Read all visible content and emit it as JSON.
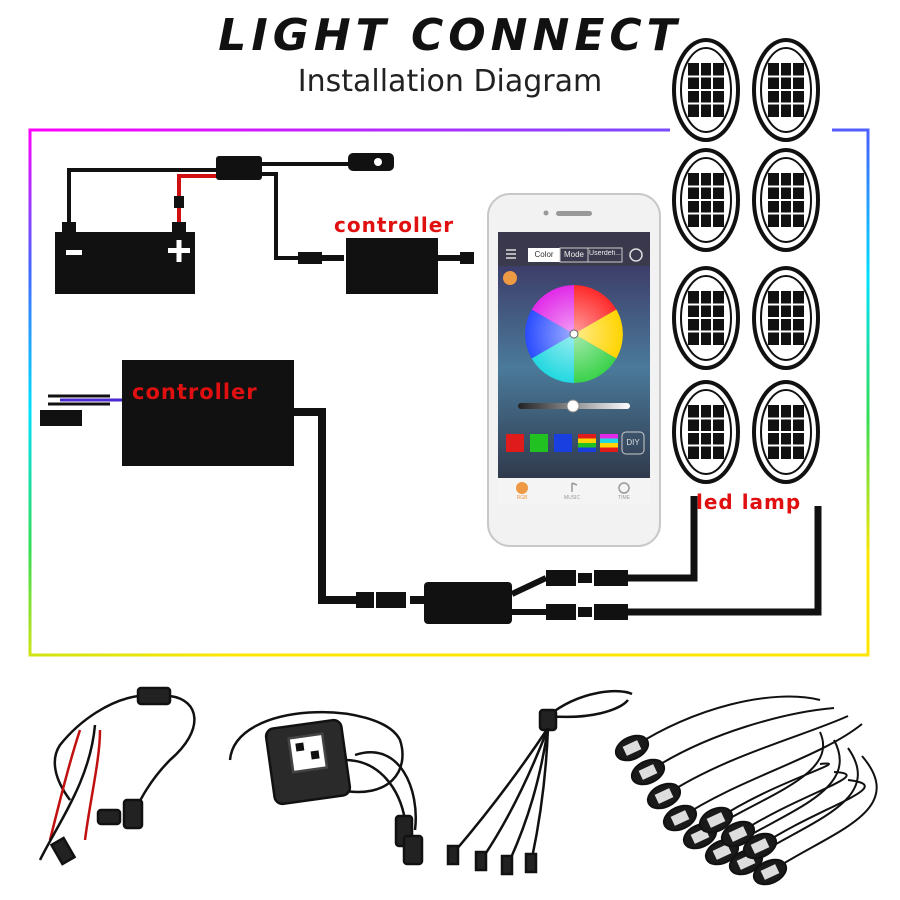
{
  "title": "LIGHT CONNECT",
  "subtitle": "Installation Diagram",
  "labels": {
    "controller_small": "controller",
    "controller_large": "controller",
    "led_lamp": "led lamp"
  },
  "battery": {
    "negative": "−",
    "positive": "+"
  },
  "app": {
    "tabs": [
      "Color",
      "Mode",
      "Userdefi..."
    ],
    "diy_label": "DIY",
    "bottom_nav": [
      "RGB",
      "MUSIC",
      "TIME"
    ],
    "swatches": [
      "#e01b1b",
      "#21c121",
      "#1a3fe0"
    ]
  },
  "colors": {
    "accent_red": "#e01010",
    "frame_start": "#ff00ff",
    "frame_end": "#ffe600"
  },
  "lamp_count": 8
}
